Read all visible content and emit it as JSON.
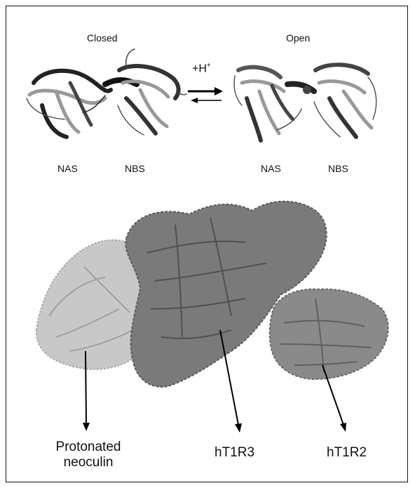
{
  "top_panel": {
    "closed_label": "Closed",
    "open_label": "Open",
    "transition_label": "+H",
    "transition_superscript": "+",
    "closed_domains": [
      "NAS",
      "NBS"
    ],
    "open_domains": [
      "NAS",
      "NBS"
    ]
  },
  "bottom_panel": {
    "labels": {
      "neoculin_line1": "Protonated",
      "neoculin_line2": "neoculin",
      "t1r3": "hT1R3",
      "t1r2": "hT1R2"
    }
  },
  "colors": {
    "neoculin": "#b8b8b8",
    "t1r3": "#6a6a6a",
    "t1r2": "#777777",
    "ribbon_dark": "#222222",
    "ribbon_light": "#9a9a9a"
  }
}
